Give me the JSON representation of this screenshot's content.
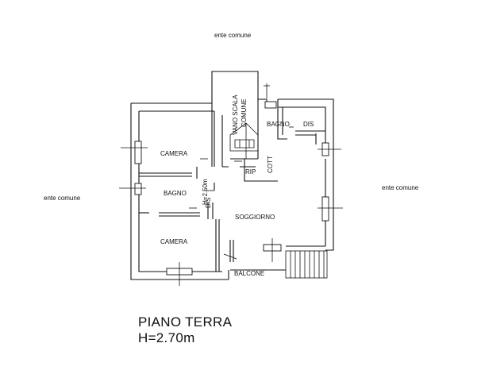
{
  "plan": {
    "neighbor_top": "ente comune",
    "neighbor_left": "ente comune",
    "neighbor_right": "ente comune",
    "rooms": {
      "camera_top": "CAMERA",
      "camera_bottom": "CAMERA",
      "bagno_left": "BAGNO",
      "bagno_right": "BAGNO",
      "dis_right": "DIS",
      "dis_left": "DIS",
      "height_note": "H=2.50m",
      "cott": "COTT",
      "rip": "RIP",
      "soggiorno": "SOGGIORNO",
      "balcone": "BALCONE",
      "vano_scala_1": "VANO SCALA",
      "vano_scala_2": "COMUNE"
    }
  },
  "caption": {
    "title": "PIANO TERRA",
    "height": "H=2.70m"
  }
}
